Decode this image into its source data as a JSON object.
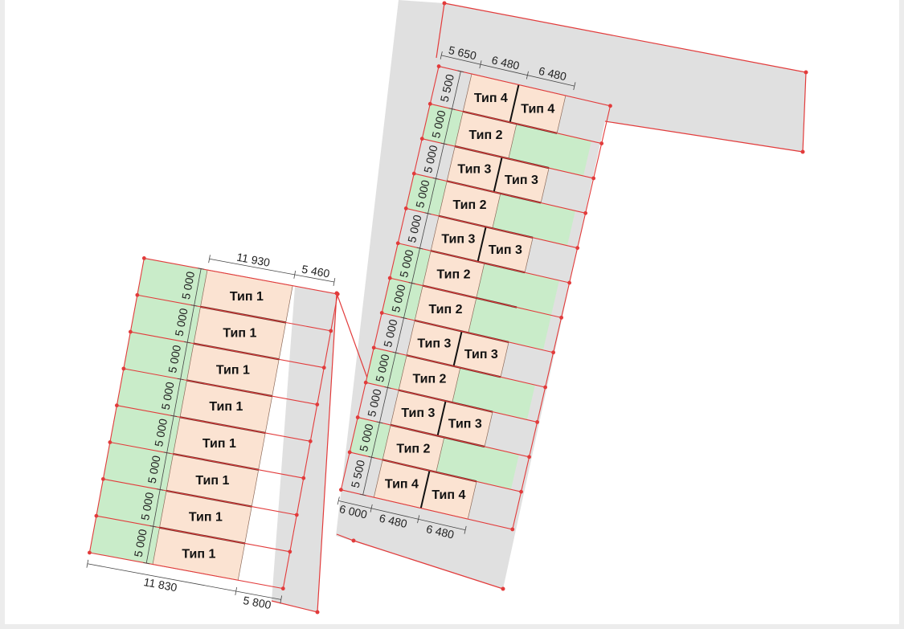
{
  "colors": {
    "road": "#e0e0e0",
    "house": "#fbe3d2",
    "garden": "#c9ecc9",
    "boundary": "#e23b3b",
    "wall": "#5a2a22",
    "dim_line": "#444444"
  },
  "left_block": {
    "units": [
      {
        "label": "Тип 1",
        "garden": true
      },
      {
        "label": "Тип 1",
        "garden": true
      },
      {
        "label": "Тип 1",
        "garden": true
      },
      {
        "label": "Тип 1",
        "garden": true
      },
      {
        "label": "Тип 1",
        "garden": true
      },
      {
        "label": "Тип 1",
        "garden": true
      },
      {
        "label": "Тип 1",
        "garden": true
      },
      {
        "label": "Тип 1",
        "garden": true
      }
    ],
    "row_dims": [
      "5 000",
      "5 000",
      "5 000",
      "5 000",
      "5 000",
      "5 000",
      "5 000",
      "5 000"
    ],
    "top_dims": [
      "11 930",
      "5 460"
    ],
    "bottom_dims": [
      "11 830",
      "5 800"
    ]
  },
  "right_block": {
    "rows": [
      {
        "units": [
          "Тип 4",
          "Тип 4"
        ],
        "garden": false
      },
      {
        "units": [
          "Тип 2"
        ],
        "garden": true
      },
      {
        "units": [
          "Тип 3",
          "Тип 3"
        ],
        "garden": false
      },
      {
        "units": [
          "Тип 2"
        ],
        "garden": true
      },
      {
        "units": [
          "Тип 3",
          "Тип 3"
        ],
        "garden": false
      },
      {
        "units": [
          "Тип 2"
        ],
        "garden": true
      },
      {
        "units": [
          "Тип 2"
        ],
        "garden": true
      },
      {
        "units": [
          "Тип 3",
          "Тип 3"
        ],
        "garden": false
      },
      {
        "units": [
          "Тип 2"
        ],
        "garden": true
      },
      {
        "units": [
          "Тип 3",
          "Тип 3"
        ],
        "garden": false
      },
      {
        "units": [
          "Тип 2"
        ],
        "garden": true
      },
      {
        "units": [
          "Тип 4",
          "Тип 4"
        ],
        "garden": false
      }
    ],
    "row_dims": [
      "5 500",
      "5 000",
      "5 000",
      "5 000",
      "5 000",
      "5 000",
      "5 000",
      "5 000",
      "5 000",
      "5 000",
      "5 000",
      "5 500"
    ],
    "top_dims": [
      "5 650",
      "6 480",
      "6 480"
    ],
    "bottom_dims": [
      "6 000",
      "6 480",
      "6 480"
    ]
  }
}
